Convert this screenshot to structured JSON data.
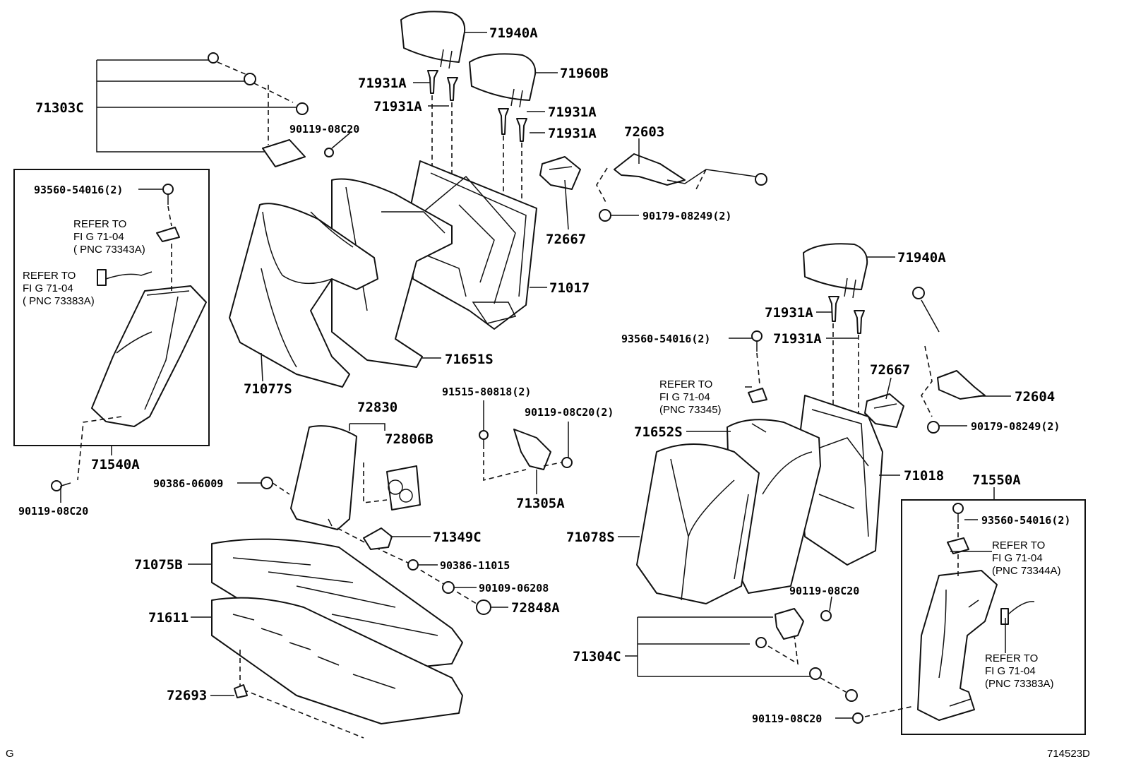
{
  "labels": {
    "l71940A_a": "71940A",
    "l71960B": "71960B",
    "l71931A_a": "71931A",
    "l71931A_b": "71931A",
    "l71931A_c": "71931A",
    "l71931A_d": "71931A",
    "l71303C": "71303C",
    "l90119_08C20_a": "90119-08C20",
    "l72603": "72603",
    "l72667_a": "72667",
    "l90179_08249_a": "90179-08249(2)",
    "l93560_54016_a": "93560-54016(2)",
    "l71017": "71017",
    "l71651S": "71651S",
    "l71077S": "71077S",
    "l71940A_b": "71940A",
    "l71931A_e": "71931A",
    "l71931A_f": "71931A",
    "l93560_54016_b": "93560-54016(2)",
    "l72667_b": "72667",
    "l72604": "72604",
    "l90179_08249_b": "90179-08249(2)",
    "l72830": "72830",
    "l72806B": "72806B",
    "l91515_80818": "91515-80818(2)",
    "l90119_08C20_b": "90119-08C20(2)",
    "l71305A": "71305A",
    "l71540A": "71540A",
    "l90386_06009": "90386-06009",
    "l90119_08C20_c": "90119-08C20",
    "l71349C": "71349C",
    "l90386_11015": "90386-11015",
    "l90109_06208": "90109-06208",
    "l72848A": "72848A",
    "l71075B": "71075B",
    "l71611": "71611",
    "l72693": "72693",
    "l71652S": "71652S",
    "l71018": "71018",
    "l71078S": "71078S",
    "l71550A": "71550A",
    "l93560_54016_c": "93560-54016(2)",
    "l90119_08C20_d": "90119-08C20",
    "l71304C": "71304C",
    "l90119_08C20_e": "90119-08C20"
  },
  "refs": {
    "r1": {
      "l1": "REFER TO",
      "l2": "FI G 71-04",
      "l3": "( PNC 73343A)"
    },
    "r2": {
      "l1": "REFER TO",
      "l2": "FI G 71-04",
      "l3": "( PNC 73383A)"
    },
    "r3": {
      "l1": "REFER TO",
      "l2": "FI G 71-04",
      "l3": "(PNC 73345)"
    },
    "r4": {
      "l1": "REFER TO",
      "l2": "FI G 71-04",
      "l3": "(PNC 73344A)"
    },
    "r5": {
      "l1": "REFER TO",
      "l2": "FI G 71-04",
      "l3": "(PNC 73383A)"
    }
  },
  "corner": {
    "left": "G",
    "right": "714523D"
  }
}
